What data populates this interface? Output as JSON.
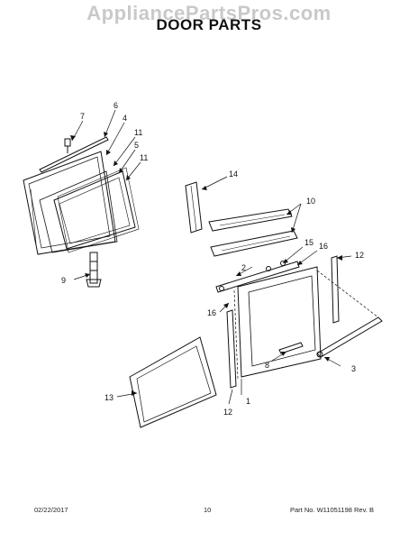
{
  "watermark": "AppliancePartsPros.com",
  "title": "DOOR PARTS",
  "callouts": {
    "p1": "1",
    "p2": "2",
    "p3": "3",
    "p4": "4",
    "p5": "5",
    "p6": "6",
    "p7": "7",
    "p8": "8",
    "p9": "9",
    "p10": "10",
    "p11a": "11",
    "p11b": "11",
    "p12a": "12",
    "p12b": "12",
    "p13": "13",
    "p14": "14",
    "p15": "15",
    "p16a": "16",
    "p16b": "16"
  },
  "footer": {
    "date": "02/22/2017",
    "page": "10",
    "part": "Part No.  W11051198  Rev. B"
  },
  "colors": {
    "ink": "#111111",
    "watermark": "#c9c9c9"
  }
}
